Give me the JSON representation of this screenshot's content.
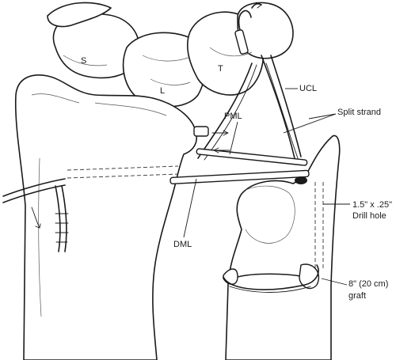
{
  "labels": {
    "scaphoid": "S",
    "lunate": "L",
    "triquetrum": "T",
    "ucl": "UCL",
    "split_strand": "Split strand",
    "pml": "PML",
    "dml": "DML",
    "drill_hole_size": "1.5\" x .25\"",
    "drill_hole": "Drill hole",
    "graft_length": "8\" (20 cm)",
    "graft": "graft"
  }
}
